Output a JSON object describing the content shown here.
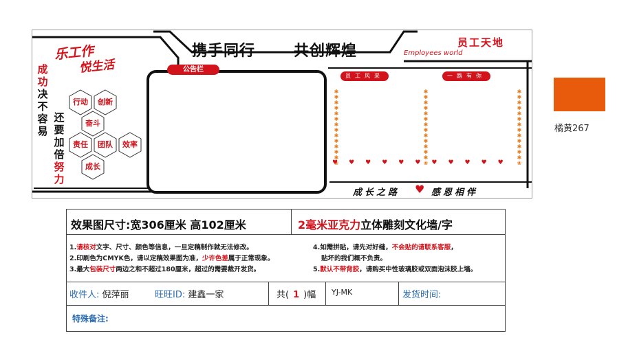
{
  "wall": {
    "title_left": "携手同行",
    "title_right": "共创辉煌",
    "logo_line1": "乐工作",
    "logo_line2": "悦生活",
    "slogan_col1_red": "成功",
    "slogan_col1_black": "决不容易",
    "slogan_col2_black": "还要加倍",
    "slogan_col2_red": "努力",
    "hexes": [
      "行动",
      "创新",
      "奋斗",
      "责任",
      "团队",
      "效率",
      "成长"
    ],
    "notice_label": "公告栏",
    "employee_badge": "员工天地",
    "employee_en": "Employees world",
    "pill_left": "员工风采",
    "pill_right": "一路有你",
    "bottom_left": "成长之路",
    "bottom_right": "感恩相伴"
  },
  "swatch": {
    "color": "#e85a0c",
    "label": "橘黄267"
  },
  "info": {
    "size_label": "效果图尺寸:",
    "size_value": "宽306厘米  高102厘米",
    "material_red": "2毫米亚克力",
    "material_black": "立体雕刻文化墙/字",
    "notes_left": [
      {
        "n": "1.",
        "red": "请核对",
        "text": "文字、尺寸、颜色等信息，一旦定稿制作就无法修改。"
      },
      {
        "n": "2.",
        "pre": "印刷色为CMYK色，请以定稿效果图为准，",
        "red": "少许色差",
        "text": "属于正常现象。"
      },
      {
        "n": "3.",
        "pre": "最大",
        "red": "包装尺寸",
        "text": "两边之和不超过180厘米，超过的需要裁开发货。"
      }
    ],
    "notes_right": [
      {
        "n": "4.",
        "pre": "如需拼贴，请先对好缝，",
        "red": "不会贴的请联系客服",
        "text": "，"
      },
      {
        "n": "",
        "pre": "贴坏的我们概不负责。",
        "red": "",
        "text": ""
      },
      {
        "n": "5.",
        "pre": "",
        "red": "默认不带背胶",
        "text": "，请购买中性玻璃胶或双面泡沫胶上墙。"
      }
    ],
    "receiver_label": "收件人:",
    "receiver_value": "倪萍丽",
    "wangwang_label": "旺旺ID:",
    "wangwang_value": "建鑫一家",
    "count_pre": "共(",
    "count_value": "1",
    "count_post": ")幅",
    "code": "YJ-MK",
    "ship_label": "发货时间:",
    "remark_label": "特殊备注:"
  }
}
